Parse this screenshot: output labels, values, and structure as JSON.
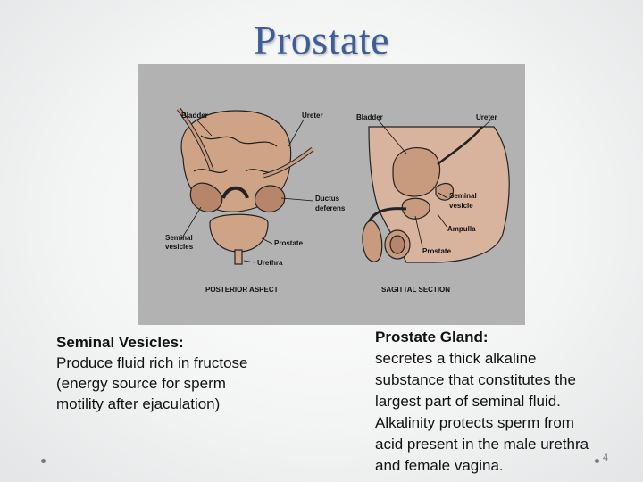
{
  "slide": {
    "title": "Prostate",
    "page_number": "4"
  },
  "figure": {
    "posterior": {
      "caption": "POSTERIOR ASPECT",
      "labels": {
        "bladder": "Bladder",
        "ureter": "Ureter",
        "ductus": "Ductus",
        "deferens": "deferens",
        "seminal": "Seminal",
        "vesicles": "vesicles",
        "prostate": "Prostate",
        "urethra": "Urethra"
      }
    },
    "sagittal": {
      "caption": "SAGITTAL SECTION",
      "labels": {
        "bladder": "Bladder",
        "ureter": "Ureter",
        "seminal": "Seminal",
        "vesicle": "vesicle",
        "ampulla": "Ampulla",
        "prostate": "Prostate"
      }
    },
    "colors": {
      "gland": "#c89a7e",
      "tissue": "#d8b39d",
      "outline": "#222222",
      "background": "#b2b2b2"
    }
  },
  "left_block": {
    "heading": "Seminal Vesicles:",
    "lines": [
      "Produce fluid rich in fructose",
      "(energy source for sperm",
      "motility after ejaculation)"
    ]
  },
  "right_block": {
    "heading": "Prostate Gland:",
    "lines": [
      "secretes a thick alkaline",
      "substance that constitutes the",
      "largest part of seminal fluid.",
      "Alkalinity protects sperm from",
      "acid present in the male urethra",
      "and female vagina."
    ]
  }
}
